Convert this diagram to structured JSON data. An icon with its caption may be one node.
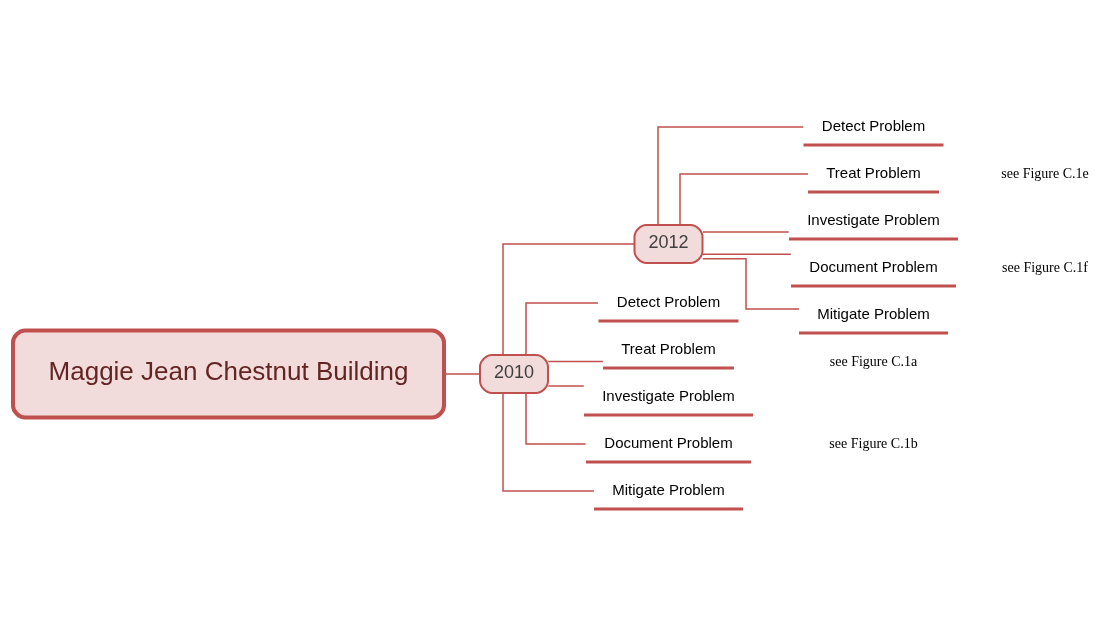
{
  "diagram": {
    "nodes": [
      {
        "text": [
          "Maggie Jean Chestnut Building"
        ]
      },
      {
        "text": [
          "2010"
        ]
      },
      {
        "text": [
          "2012"
        ]
      },
      {
        "text": [
          "Detect Problem"
        ]
      },
      {
        "text": [
          "Treat Problem"
        ]
      },
      {
        "text": [
          "Investigate Problem"
        ]
      },
      {
        "text": [
          "Document Problem"
        ]
      },
      {
        "text": [
          "Mitigate Problem"
        ]
      },
      {
        "text": [
          "Detect Problem"
        ]
      },
      {
        "text": [
          "Treat Problem"
        ]
      },
      {
        "text": [
          "Investigate Problem"
        ]
      },
      {
        "text": [
          "Document Problem"
        ]
      },
      {
        "text": [
          "Mitigate Problem"
        ]
      }
    ],
    "edges": [
      {
        "from": 0,
        "to": 1,
        "arrow": "none"
      },
      {
        "from": 1,
        "to": 2,
        "arrow": "none"
      },
      {
        "from": 1,
        "to": 3,
        "arrow": "none"
      },
      {
        "from": 1,
        "to": 4,
        "arrow": "none"
      },
      {
        "from": 1,
        "to": 5,
        "arrow": "none"
      },
      {
        "from": 1,
        "to": 6,
        "arrow": "none"
      },
      {
        "from": 1,
        "to": 7,
        "arrow": "none"
      },
      {
        "from": 2,
        "to": 8,
        "arrow": "none"
      },
      {
        "from": 2,
        "to": 9,
        "arrow": "none"
      },
      {
        "from": 2,
        "to": 10,
        "arrow": "none"
      },
      {
        "from": 2,
        "to": 11,
        "arrow": "none"
      },
      {
        "from": 2,
        "to": 12,
        "arrow": "none"
      }
    ],
    "labels": [
      "see Figure C.1a",
      "see Figure C.1b",
      "see Figure C.1e",
      "see Figure C.1f"
    ]
  }
}
